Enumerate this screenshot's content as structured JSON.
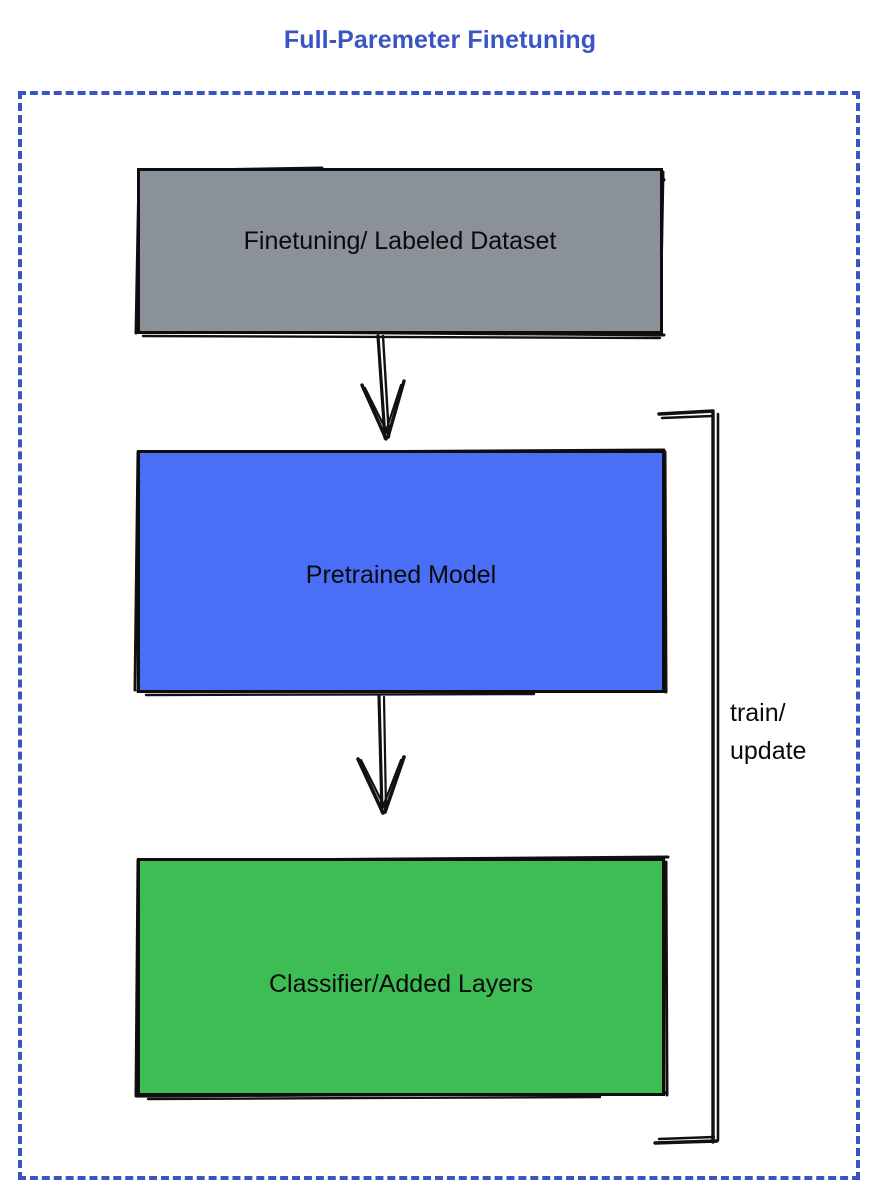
{
  "title": "Full-Paremeter Finetuning",
  "colors": {
    "title_blue": "#3b54c4",
    "frame_blue": "#3b54c4",
    "dataset_gray": "#8a9199",
    "pretrained_blue": "#4a6ef5",
    "classifier_green": "#3fbd55",
    "stroke_black": "#0d0d0d",
    "background": "#ffffff"
  },
  "frame": {
    "style": "dashed",
    "name": "full-parameter-finetuning-region"
  },
  "nodes": [
    {
      "id": "dataset",
      "label": "Finetuning/ Labeled Dataset",
      "fill": "#8a9199"
    },
    {
      "id": "pretrained",
      "label": "Pretrained Model",
      "fill": "#4a6ef5"
    },
    {
      "id": "classifier",
      "label": "Classifier/Added Layers",
      "fill": "#3fbd55"
    }
  ],
  "edges": [
    {
      "id": "dataset-to-pretrained",
      "from": "dataset",
      "to": "pretrained",
      "label": "",
      "arrow": "down"
    },
    {
      "id": "pretrained-to-classifier",
      "from": "pretrained",
      "to": "classifier",
      "label": "",
      "arrow": "down"
    },
    {
      "id": "feedback-loop",
      "from": "classifier",
      "to": "pretrained",
      "label": "train/\nupdate",
      "arrow": "none"
    }
  ],
  "loop_label": "train/\nupdate"
}
